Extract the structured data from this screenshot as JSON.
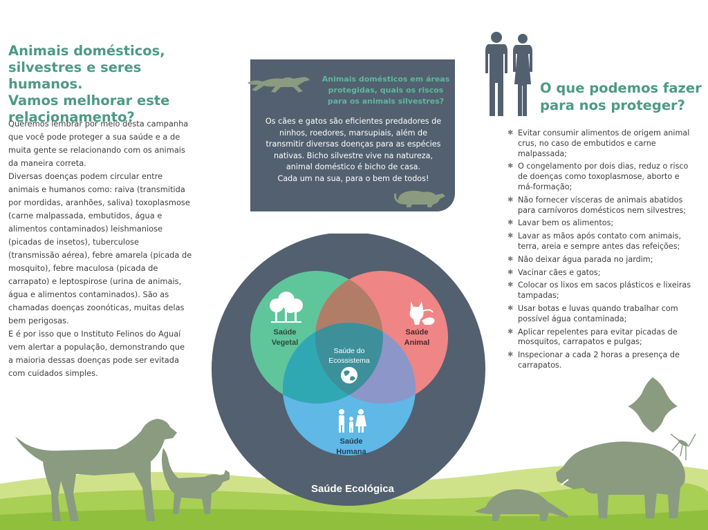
{
  "left": {
    "title_lines": [
      "Animais domésticos,",
      "silvestres e seres humanos.",
      "Vamos melhorar este",
      "relacionamento?"
    ],
    "paragraph1_lines": [
      "Queremos lembrar por meio desta campanha",
      "que você pode proteger a sua saúde e a de",
      "muita gente se relacionando com os animais",
      "da maneira correta."
    ],
    "paragraph2_lines": [
      "Diversas doenças podem circular entre",
      "animais e humanos como: raiva (transmitida",
      "por mordidas, aranhões, saliva) toxoplasmose",
      "(carne malpassada, embutidos, água e",
      "alimentos contaminados) leishmaniose",
      "(picadas de insetos), tuberculose",
      "(transmissão aérea), febre amarela (picada de",
      "mosquito), febre maculosa (picada de",
      "carrapato) e leptospirose (urina de animais,",
      "água e alimentos contaminados). São as",
      "chamadas doenças zoonóticas, muitas delas",
      "bem perigosas."
    ],
    "paragraph3_lines": [
      "E é por isso que o Instituto Felinos do Aguaí",
      "vem alertar a população, demonstrando que",
      "a maioria dessas doenças pode ser evitada",
      "com cuidados simples."
    ]
  },
  "card": {
    "title_lines": [
      "Animais domésticos em áreas",
      "protegidas, quais os riscos",
      "para os animais silvestres?"
    ],
    "body_lines": [
      "Os cães e gatos são eficientes predadores de",
      "ninhos, roedores, marsupiais, além de",
      "transmitir diversas doenças para as espécies",
      "nativas. Bicho silvestre vive na natureza,",
      "animal doméstico é bicho de casa.",
      "Cada um na sua, para o bem de todos!"
    ]
  },
  "venn": {
    "vegetal": [
      "Saúde",
      "Vegetal"
    ],
    "animal": [
      "Saúde",
      "Animal"
    ],
    "humana": [
      "Saúde",
      "Humana"
    ],
    "ecossistema": [
      "Saúde do",
      "Ecossistema"
    ],
    "outer": "Saúde Ecológica"
  },
  "right": {
    "title_lines": [
      "O que podemos fazer",
      "para nos proteger?"
    ],
    "bullets": [
      [
        "Evitar consumir alimentos de origem animal",
        "crus, no caso de embutidos e carne",
        "malpassada;"
      ],
      [
        "O congelamento por dois dias, reduz o risco",
        "de doenças como toxoplasmose, aborto e",
        "má-formação;"
      ],
      [
        "Não fornecer vísceras de animais abatidos",
        "para carnívoros domésticos nem silvestres;"
      ],
      [
        "Lavar bem os alimentos;"
      ],
      [
        "Lavar as mãos após contato com animais,",
        "terra, areia e sempre antes das refeições;"
      ],
      [
        "Não deixar água parada no jardim;"
      ],
      [
        "Vacinar cães e gatos;"
      ],
      [
        "Colocar os lixos em sacos plásticos e lixeiras",
        "tampadas;"
      ],
      [
        "Usar botas e luvas quando trabalhar com",
        "possível água contaminada;"
      ],
      [
        "Aplicar repelentes para evitar picadas de",
        "mosquitos, carrapatos e pulgas;"
      ],
      [
        "Inspecionar a cada 2 horas a presença de",
        "carrapatos."
      ]
    ]
  },
  "colors": {
    "title_green": "#4c9a84",
    "card_bg": "#52606f",
    "card_title": "#5fb79e",
    "circle_green": "#5fc59b",
    "circle_pink": "#ef8585",
    "circle_blue": "#5fb8e6",
    "silhouette": "#8a9b80"
  }
}
